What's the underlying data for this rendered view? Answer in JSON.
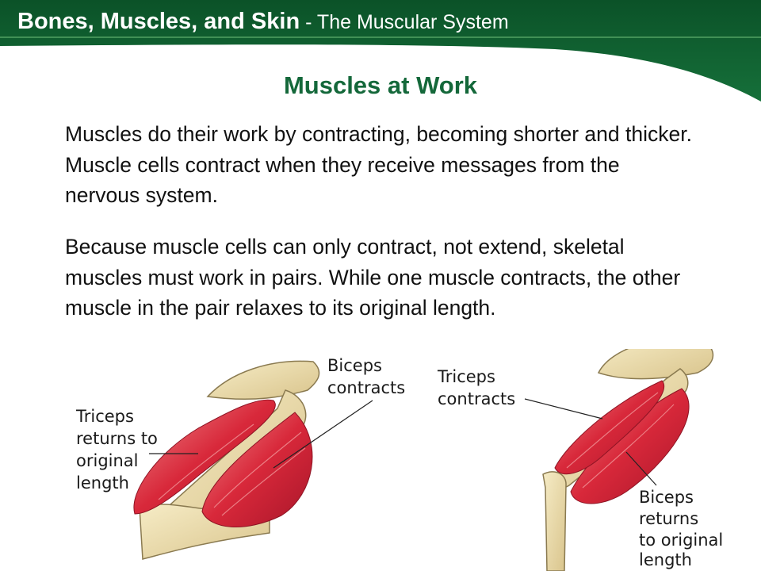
{
  "header": {
    "title_main": "Bones, Muscles, and Skin",
    "title_sub": " - The Muscular System"
  },
  "slide": {
    "title": "Muscles at Work",
    "paragraphs": [
      "Muscles do their work by contracting, becoming shorter and thicker.  Muscle cells contract when they receive messages from the nervous system.",
      "Because muscle cells can only contract, not extend, skeletal muscles must work in pairs. While one muscle contracts, the other muscle in the pair relaxes to its original length."
    ]
  },
  "figure": {
    "left_labels": {
      "biceps": [
        "Biceps",
        "contracts"
      ],
      "triceps": [
        "Triceps",
        "returns to",
        "original",
        "length"
      ]
    },
    "right_labels": {
      "triceps": [
        "Triceps",
        "contracts"
      ],
      "biceps": [
        "Biceps",
        "returns",
        "to original",
        "length"
      ]
    }
  },
  "colors": {
    "header_green": "#0e5a2c",
    "title_green": "#14683a",
    "bone": "#ecdca6",
    "muscle": "#d8283a"
  }
}
